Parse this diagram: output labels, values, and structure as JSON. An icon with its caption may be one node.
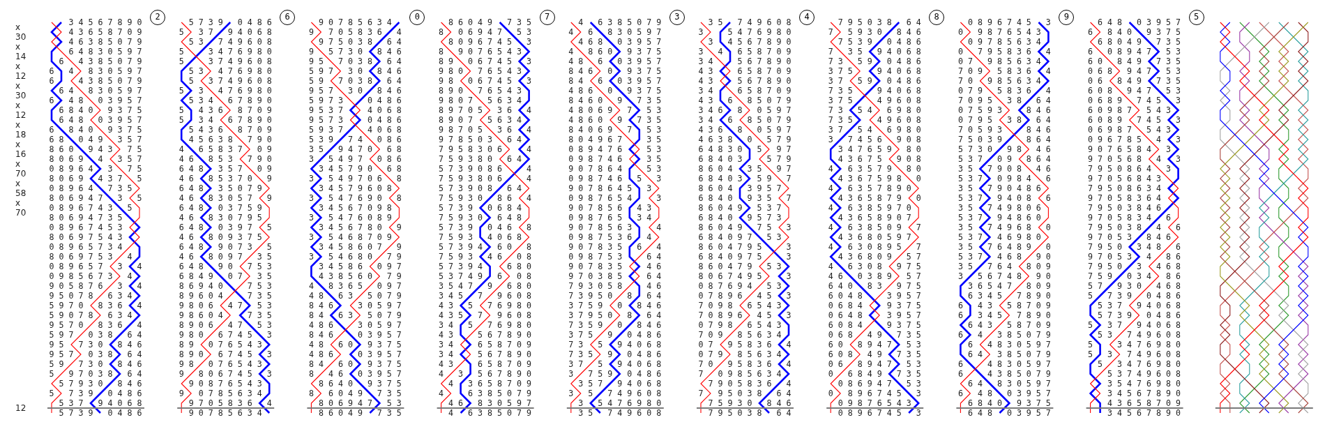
{
  "diagram": {
    "nodes": [
      {
        "text": [
          "2"
        ]
      },
      {
        "text": [
          "6"
        ]
      },
      {
        "text": [
          "0"
        ]
      },
      {
        "text": [
          "7"
        ]
      },
      {
        "text": [
          "3"
        ]
      },
      {
        "text": [
          "4"
        ]
      },
      {
        "text": [
          "8"
        ]
      },
      {
        "text": [
          "9"
        ]
      },
      {
        "text": [
          "5"
        ]
      }
    ],
    "labels": [
      "x",
      "30",
      "x",
      "14",
      "x",
      "12",
      "x",
      "30",
      "x",
      "12",
      "x",
      "18",
      "x",
      "16",
      "x",
      "70",
      "x",
      "58",
      "x",
      "70",
      "12",
      "    3 4 5 6 7 8 9 0",
      "    4 3 6 5 8 7 0 9",
      "    4 6 3 8 5 0 7 9",
      "    6 4 8 3 0 5 9 7",
      "  6   4 3 8 5 0 7 9",
      "6   4   8 3 0 5 9 7",
      "6     4 3 8 5 0 7 9",
      "  6 4   8 3 0 5 9 7",
      "6   4 8   0 3 9 5 7",
      "  6 8 4 0   9 3 7 5",
      "  6 4 8   0 3 9 5 7",
      "6   8 4 0   9 3 7 5",
      "6 8   0 4 9   3 5 7",
      "8 6 0   9 4 3   7 5",
      "8 0 6 9   4   3 5 7",
      "0 8 9 6 4   3   7 5",
      "8 0 6 9   4 3 7   5",
      "0 8 9 6 4   7 3 5  ",
      "8 0 6 9 4 7   3   5",
      "0 8 9 6 7 4 3   5  ",
      "8 0 6 9 4 7 3 5    ",
      "0 8 9 6 7 4 5 3    ",
      "8 0 6 9 7 5 4 3    ",
      "0 8 9 6 5 7 3 4    ",
      "8 0 6 9 7 5 3   4  ",
      "0 8 9 6 5 7   3   4",
      "0 9 8 5 6 7 3   4  ",
      "9 0 5 8 7 6   3   4",
      "9 5 0 7 8   6 3 4  ",
      "5 9 7 0   8 3 6   4",
      "5 9 0 7 8   6 3 4  ",
      "9 5 7 0   8 3 6   4",
      "5 9 7   0 3 8   6 4",
      "9 5   7 3 0   8 4 6",
      "9 5 7   0 3 8   6 4",
      "5 9   7 3 0   8 4 6",
      "5   9 7 0 3 8   6 4",
      "  5 7 9 3 0   8 4 6",
      "5   7 3 9   0 4 8 6",
      "  5 3 7   9 4 0 6 8",
      "  5 7 3 9   0 4 8 6",
      "  5 7 3 9   0 4 8 6",
      "5   3 7   9 4 0 6 8",
      "  5 3   7 4 9 6 0 8",
      "5     3 4 7 6 9 8 0",
      "5     3 7 4 9 6 0 8",
      "  5 3   4 7 6 9 8 0",
      "  5   3 7 4 9 6 0 8",
      "5   3   4 7 6 9 8 0",
      "  5 3 4   6 7 8 9 0",
      "5   4 3 6   8 7 0 9",
      "5   3 4   6 7 8 9 0",
      "  5 4 3 6   8 7 0 9",
      "  4 5 6 3 8   7 9 0",
      "4   6 5 8 3 7   0 9",
      "4 6   8 5 3   7 9 0",
      "6 4 8   3 5 7   0 9",
      "4 6   8 5 3 7 0   9",
      "6 4 8   3 5 0 7 9  ",
      "4 6   8 3 0 5 7   9",
      "6 4 8   0 3 7 5 9  ",
      "4 6   8 3 0 7 9 5  ",
      "6 4 8   0 3 9 7   5",
      "4 6   8 0 9 3 7 5  ",
      "6 4 8   9 0 7 3   5",
      "4 6   8 0 9 7   3 5",
      "6 4 8   9 0   7 5 3",
      "6 8 4 9   0 7   3 5",
      "8 6 9 4 0     7 5 3",
      "8 9 6 0 4     7 3 5",
      "9 8 0 6   4 7   5 3",
      "9 8 6 0 4     7 3 5",
      "8 9 0 6   4 7   5 3",
      "9 8 0   6 7 4 5   3",
      "8 9   0 7 6 5 4 3  ",
      "8 9 0   6 7 4 5   3",
      "9 8   0 7 6 5 4 3  ",
      "9   8 0 6 7 4 5   3",
      "  9 0 8 7 6 5 4 3  ",
      "9   0 7 8 5 6 3 4  ",
      "  9 7 0 5 8 3 6   4",
      "  9 0 7 8 5 6 3 4  ",
      "  9 0 7 8 5 6 3 4  ",
      "9   7 0 5 8 3 6   4",
      "  9 7 5 0 3 8   6 4",
      "9   5 7 3 0   8 4 6",
      "9 5   7 0 3 8   6 4",
      "5 9 7   3 0   8 4 6",
      "5 9   7 0 3 8   6 4",
      "9 5 7   3 0   8 4 6",
      "5 9 7 3     0 4 8 6",
      "9 5 3 7     4 0 6 8",
      "9 5 7 3     0 4 8 6",
      "5 9 3 7     4 0 6 8",
      "5 3 9   7 4   0 8 6",
      "3 5   9 4 7 0   6 8",
      "3   5 4 9 7   0 8 6",
      "  3 4 5 7 9 0   6 8",
      "3   5 4 9 7 0 6   8",
      "  3 4 5 7 9 6 0 8  ",
      "3   5 4 7 6 9 0   8",
      "  3 4 5 6 7 0 9 8  ",
      "3   5 4 7 6 0 8 9  ",
      "  3 4 5 6 7 8 0   9",
      "3   5 4 6 8 7 0 9  ",
      "  3 4 5 8 6 0 7   9",
      "3   5 4 6 8 0   7 9",
      "  3 4 5 8 6   0 9 7",
      "  4 3 8 5 6 0   7 9",
      "4   8 3 6 5   0 9 7",
      "4 8   6 3   5 0 7 9",
      "8 4 6     3 0 5 9 7",
      "8 4   6 3   5 0 7 9",
      "4 8 6     3 0 5 9 7",
      "8 4 6     0 3 9 5 7",
      "4 8   6 0   9 3 7 5",
      "4 8 6     0 3 9 5 7",
      "8 4   6 0   9 3 7 5",
      "8   4 6   0 3 9 5 7",
      "  8 6 4 0   9 3 7 5",
      "8   6 0 4 9   7 3 5",
      "  8 0 6 9 4 7   5 3",
      "  8 6 0 4 9   7 3 5",
      "  8 6 0 4 9   7 3 5",
      "8   0 6 9 4 7   5 3",
      "  8 0 9 6 7 4 5   3",
      "8   9 0 7 6 5 4 3  ",
      "8 9   0 6 7 4 5   3",
      "9 8 0   7 6 5 4 3  ",
      "9 8   0 6 7 4 5   3",
      "8 9 0   7 6 5 4 3  ",
      "9 8 0 7   5 6 3 4  ",
      "8 9 7 0 5   3 6   4",
      "8 9 0 7   5 6 3 4  ",
      "9 8 7 0 5   3 6   4",
      "9 7 8 5 0 3   6 4  ",
      "7 9 5 8 3 0 6     4",
      "7 5 9 3 8 0   6 4  ",
      "5 7 3 9 0 8 6     4",
      "7 5 9 3 8 0 6     4",
      "5 7 3 9 0 8   6 4  ",
      "7 5 9 3 0   8 6   4",
      "5 7 3 9   0 6 8 4  ",
      "7 5 9 3 0   6 4 8  ",
      "5 7 3 9   0 4 6   8",
      "7 5 9 3   4 0 6 8  ",
      "5 7 3 9 4   6 0   8",
      "7 5 9 3   4 6   0 8",
      "5 7 3 9 4     6 8 0",
      "5 3 7 4 9   6   0 8",
      "3 5 4 7   9   6 8 0",
      "3 4 5   7   9 6 0 8",
      "4 3   5   7 6 9 8 0",
      "4 3 5   7   9 6 0 8",
      "3 4   5   7 6 9 8 0",
      "4 3     5 6 7 8 9 0",
      "3 4     6 5 8 7 0 9",
      "3 4     5 6 7 8 9 0",
      "4 3     6 5 8 7 0 9",
      "4   3   5 6 7 8 9 0",
      "  4   3 6 5 8 7 0 9",
      "4     6 3 8 5 0 7 9",
      "  4 6   8 3 0 5 9 7",
      "  4   6 3 8 5 0 7 9",
      "  4   6 3 8 5 0 7 9",
      "4   6   8 3 0 5 9 7",
      "  4 6 8   0 3 9 5 7",
      "4   8 6 0   9 3 7 5",
      "4 8   6   0 3 9 5 7",
      "8 4 6   0   9 3 7 5",
      "8 4   6   0 3 9 5 7",
      "4 8 6   0   9 3 7 5",
      "8 4 6 0   9   7 3 5",
      "4 8 0 6 9   7   5 3",
      "4 8 6 0   9   7 3 5",
      "8 4 0 6 9   7   5 3",
      "8 0 4 9 6 7     3 5",
      "0 8 9 4 7 6     5 3",
      "0 9 8 7 4 6     3 5",
      "9 0 7 8 6 4     5 3",
      "0 9 8 7 4 6   5   3",
      "9 0 7 8 6 4 5   3  ",
      "0 9 8 7 6 5 4     3",
      "9 0 7 8 5 6   4 3  ",
      "0 9 8 7 6 5   3 4  ",
      "9 0 7 8 5 6 3     4",
      "0 9 8 7 5 3 6   4  ",
      "9 0 7 8 3 5   6   4",
      "0 9 8 7 5 3     6 4",
      "9 0 7 8 3 5     4 6",
      "9 7 0 3 8 5     6 4",
      "7 9 3 0 5 8     4 6",
      "7 3 9 5 0   8   6 4",
      "3 7 5 9   0   8 4 6",
      "3 7 9 5 0   8   6 4",
      "7 3 5 9   0   8 4 6",
      "3 7 5   9   0 4 8 6",
      "7 3   5   9 4 0 6 8",
      "7 3 5   9   0 4 8 6",
      "3 7   5   9 4 0 6 8",
      "3   7 5 9   0 4 8 6",
      "  3 5 7   9 4 0 6 8",
      "3   5   7 4 9 6 0 8",
      "  3   5 4 7 6 9 8 0",
      "  3 5   7 4 9 6 0 8",
      "  3 5   7 4 9 6 0 8",
      "3     5 4 7 6 9 8 0",
      "  3   4 5 6 7 8 9 0",
      "3   4   6 5 8 7 0 9",
      "3 4     5 6 7 8 9 0",
      "4 3     6 5 8 7 0 9",
      "4 3     5 6 7 8 9 0",
      "3 4     6 5 8 7 0 9",
      "4 3   6   8 5 0 7 9",
      "3 4 6   8   0 5 9 7",
      "3 4   6   8 5 0 7 9",
      "4 3 6   8   0 5 9 7",
      "4 6 3 8   0   5 7 9",
      "6 4 8 3 0   5   9 7",
      "6 8 4 0 3     5 7 9",
      "8 6 0 4   3 5   9 7",
      "6 8 4 0 3   5 9   7",
      "8 6 0 4   3 9 5 7  ",
      "6 8 4 0   9 3 5   7",
      "8 6 0 4 9   5 3 7  ",
      "6 8 4 0   9 5 7 3  ",
      "8 6 0 4 9   7 5   3",
      "6 8 4 0 9 7   5 3  ",
      "8 6 0 4 7 9 5     3",
      "6 8 4 0 9 7 5     3",
      "8 6 0 4 7 9   5 3  ",
      "8 0 6 7 4 9 5     3",
      "0 8 7 6 9 4   5 3  ",
      "0 7 8 9 6   4 5   3",
      "7 0 9 8   6 5 4 3  ",
      "7 0 8 9 6   4 5   3",
      "0 7 9 8   6 5 4 3  ",
      "7 0 9   8 5 6 3 4  ",
      "0 7   9 5 8 3 6   4",
      "0 7 9   8 5 6 3 4  ",
      "7 0   9 5 8 3 6   4",
      "7   0 9 8 5 6 3 4  ",
      "  7 9 0 5 8 3 6   4",
      "7   9 5 0 3 8   6 4",
      "  7 5 9 3 0   8 4 6",
      "  7 9 5 0 3 8   6 4",
      "  7 9 5 0 3 8   6 4",
      "7   5 9 3 0   8 4 6",
      "  7 5 3 9   0 4 8 6",
      "7   3 5   9 4 0 6 8",
      "7 3   5 9   0 4 8 6",
      "3 7 5     9 4 0 6 8",
      "3 7   5 9   0 4 8 6",
      "7 3 5     9 4 0 6 8",
      "3 7 5     4 9 6 0 8",
      "7 3   5 4   6 9 8 0",
      "7 3 5     4 9 6 0 8",
      "3 7   5 4   6 9 8 0",
      "3   7 4 5 6   9 0 8",
      "  3 4 7 6 5 9   8 0",
      "  4 3 6 7 5   9 0 8",
      "4   6 3 5 7 9   8 0",
      "  4 3 6 7 5 9 8   0",
      "4   6 3 5 7 8 9 0  ",
      "  4 3 6 5 8 7 9   0",
      "4   6 3 8 5 9 7 0  ",
      "  4 3 6 5 8 9 0 7  ",
      "4   6 3 8 5 0 9   7",
      "  4 3 6 8 0 5 9 7  ",
      "4   6 3 0 8 9 5   7",
      "  4 3 6 8 0 9   5 7",
      "4   6 3 0 8   9 7 5",
      "4 6   0 3 8 9   5 7",
      "6 4 0   8 3   9 7 5",
      "6 0 4 8     3 9 5 7",
      "0 6 8 4     9 3 7 5",
      "0 6 4 8     3 9 5 7",
      "6 0 8 4     9 3 7 5",
      "0 6 8   4 9   7 3 5",
      "6 0   8 9 4 7   5 3",
      "6 0 8   4 9   7 3 5",
      "0 6   8 9 4 7   5 3",
      "0   6 8 4 9   7 3 5",
      "  0 8 6 9 4 7   5 3",
      "0   8 9 6 7 4 5   3",
      "  0 9 8 7 6 5 4 3  ",
      "  0 8 9 6 7 4 5   3",
      "  0 8 9 6 7 4 5   3",
      "0   9 8 7 6 5 4 3  ",
      "  0 9 7 8 5 6 3 4  ",
      "0   7 9 5 8 3 6   4",
      "0 7   9 8 5 6 3 4  ",
      "7 0 9   5 8 3 6   4",
      "7 0   9 8 5 6 3 4  ",
      "0 7 9   5 8 3 6   4",
      "7 0 9 5   3 8   6 4",
      "0 7 5 9 3     8 4 6",
      "0 7 9 5   3 8   6 4",
      "7 0 5 9 3     8 4 6",
      "7 5 0 3 9     8 6 4",
      "5 7 3 0   9 8   4 6",
      "5 3 7   0 9   8 6 4",
      "3 5   7 9 0 8   4 6",
      "5 3 7   0 9 8 4   6",
      "3 5   7 9 0 4 8 6  ",
      "5 3 7   9 4 0 8   6",
      "3 5   7 4 9 8 0 6  ",
      "5 3 7   9 4 8 6 0  ",
      "3 5   7 4 9 6 8   0",
      "5 3 7   4 6 9 8 0  ",
      "3 5   7 6 4 8 9   0",
      "5 3 7   4 6 8   9 0",
      "3 5   7 6 4   8 0 9",
      "3   5 6 7 4 8   9 0",
      "  3 6 5 4 7   8 0 9",
      "  6 3 4 5   7 8 9 0",
      "6   4 3   5 8 7 0 9",
      "6   3 4 5   7 8 9 0",
      "  6 4 3   5 8 7 0 9",
      "6   4   3 8 5 0 7 9",
      "  6   4 8 3 0 5 9 7",
      "  6 4   3 8 5 0 7 9",
      "6     4 8 3 0 5 9 7",
      "6     4 3 8 5 0 7 9",
      "  6 4   8 3 0 5 9 7",
      "6   4 8   0 3 9 5 7",
      "  6 8 4 0   9 3 7 5",
      "  6 4 8   0 3 9 5 7",
      "  6 4 8   0 3 9 5 7",
      "6   8 4 0   9 3 7 5",
      "  6 8 0 4 9   7 3 5",
      "6   0 8 9 4 7   5 3",
      "6 0   8 4 9   7 3 5",
      "0 6 8   9 4 7   5 3",
      "0 6   8 4 9   7 3 5",
      "6 0 8   9 4 7   5 3",
      "0 6 8 9   7 4 5   3",
      "6 0 9 8 7   5 4 3  ",
      "6 0 8 9   7 4 5   3",
      "0 6 9 8 7   5 4 3  ",
      "0 9 6 7 8 5   4   3",
      "9 0 7 6 5 8 4   3  ",
      "9 7 0 5 6 8   4   3",
      "7 9 5 0 8 6 4   3  ",
      "9 7 0 5 6 8 4 3    ",
      "7 9 5 0 8 6 3 4    ",
      "9 7 0 5 8 3 6 4    ",
      "7 9 5 0 3 8 4 6    ",
      "9 7 0 5 8 3 4   6  ",
      "7 9 5 0 3 8   4   6",
      "9 7 0 5 3   8 4 6  ",
      "7 9 5 0   3 4 8   6",
      "9 7 0 5 3   4   8 6",
      "7 9 5 0   3   4 6 8",
      "7 5 9   0 3 4   8 6",
      "5 7   9 3 0   4 6 8",
      "5   7 3 9   0 4 8 6",
      "  5 3 7   9 4 0 6 8",
      "  5 7 3 9   0 4 8 6",
      "5   3 7   9 4 0 6 8",
      "  5 3   7 4 9 6 0 8",
      "5     3 4 7 6 9 8 0",
      "5   3   7 4 9 6 0 8",
      "  5   3 4 7 6 9 8 0",
      "    5 3 7 4 9 6 0 8",
      "    3 5 4 7 6 9 8 0",
      "    3 4 5 6 7 8 9 0",
      "    4 3 6 5 8 7 0 9",
      "    3 4 5 6 7 8 9 0"
    ]
  }
}
